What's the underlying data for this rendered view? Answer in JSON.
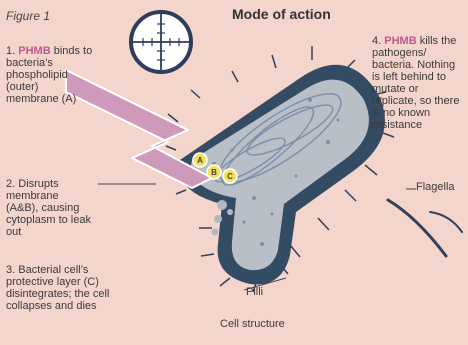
{
  "figure_label": "Figure 1",
  "title": "Mode of action",
  "steps": [
    {
      "num": "1.",
      "highlight": "PHMB",
      "text": " binds to bacteria’s phospholipid (outer) membrane (A)"
    },
    {
      "num": "2.",
      "text": "Disrupts membrane (A&B), causing cytoplasm to leak out"
    },
    {
      "num": "3.",
      "text": "Bacterial cell’s protective layer (C) disintegrates; the cell collapses and dies"
    },
    {
      "num": "4.",
      "highlight": "PHMB",
      "text": " kills the pathogens/ bacteria. Nothing is left behind to mutate or replicate, so there is no known resistance"
    }
  ],
  "labels": {
    "flagella": "Flagella",
    "pilli": "Pilli",
    "cell_structure": "Cell structure",
    "layer_a": "A",
    "layer_b": "B",
    "layer_c": "C"
  },
  "colors": {
    "background": "#f4d5cb",
    "cell_outer": "#334c63",
    "cell_inner": "#b9bfc6",
    "bolt": "#cf9ab9",
    "accent": "#c0588e",
    "marker": "#f2e25a"
  }
}
